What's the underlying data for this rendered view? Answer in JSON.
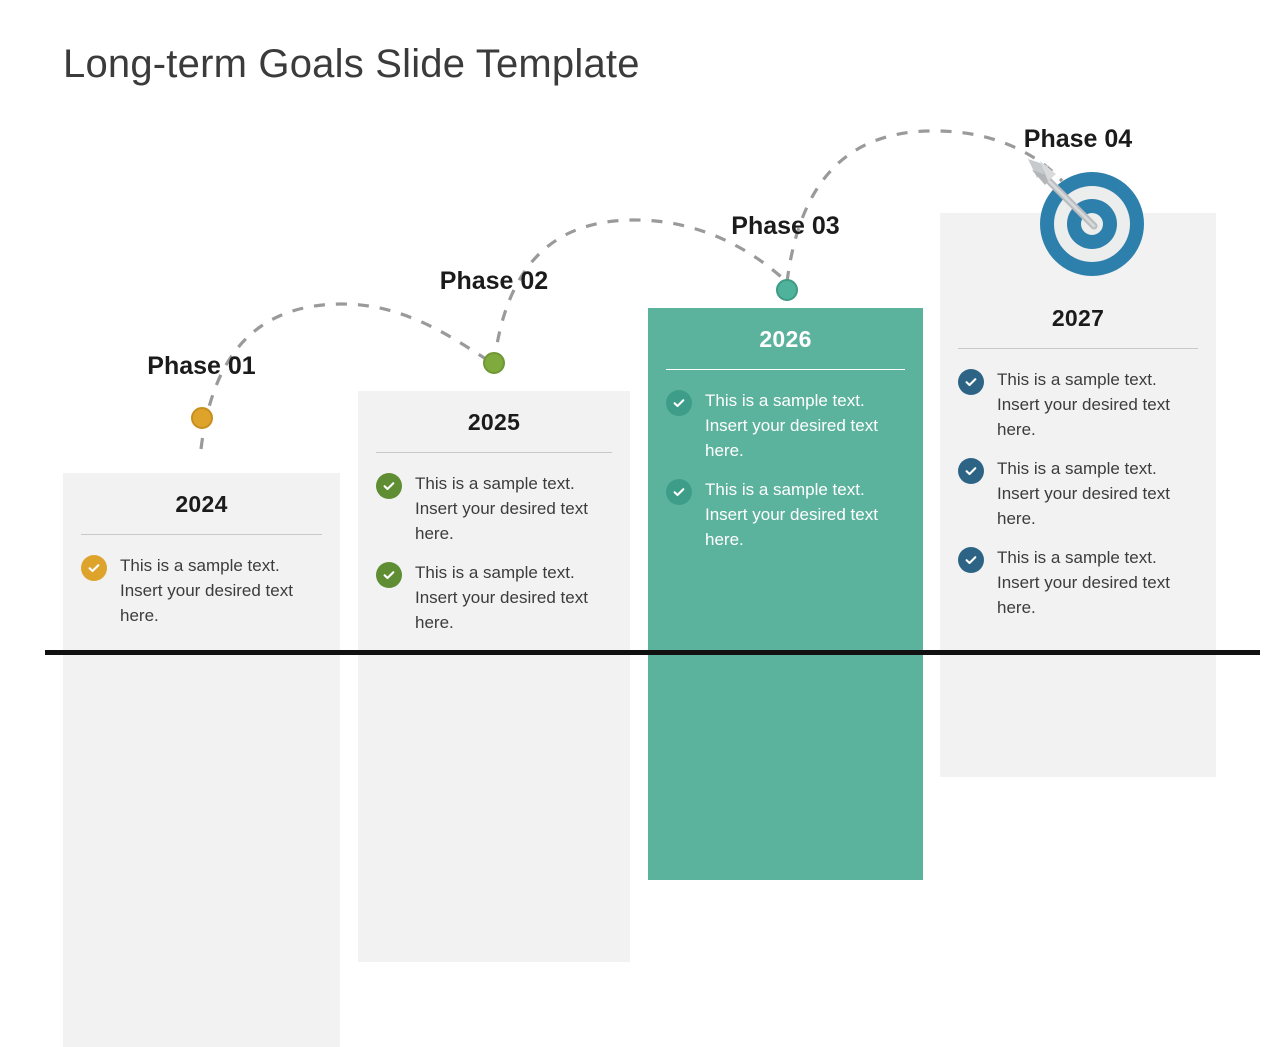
{
  "slide": {
    "title": "Long-term Goals Slide Template"
  },
  "colors": {
    "phase01": "#dda32a",
    "phase01_border": "#c78f1e",
    "phase02": "#7faa3e",
    "phase02_border": "#6f9733",
    "phase03": "#4fb39c",
    "phase03_border": "#3f9b85",
    "phase04": "#2d6485",
    "highlight_card": "#5cb39d",
    "card_bg": "#f2f2f2",
    "baseline": "#111111",
    "connector": "#9a9a9a",
    "title_text": "#3b3b3b"
  },
  "phases": [
    {
      "label": "Phase 01",
      "year": "2024",
      "accent": "#dda32a",
      "highlight": false,
      "bullets": [
        "This is a sample text. Insert your desired text here."
      ]
    },
    {
      "label": "Phase 02",
      "year": "2025",
      "accent": "#5f8d33",
      "highlight": false,
      "bullets": [
        "This is a sample text. Insert your desired text here.",
        "This is a sample text. Insert your desired text here."
      ]
    },
    {
      "label": "Phase 03",
      "year": "2026",
      "accent": "#3d9d88",
      "highlight": true,
      "bullets": [
        "This is a sample text. Insert your desired text here.",
        "This is a sample text. Insert your desired text here."
      ]
    },
    {
      "label": "Phase 04",
      "year": "2027",
      "accent": "#2d6485",
      "highlight": false,
      "bullets": [
        "This is a sample text. Insert your desired text here.",
        "This is a sample text. Insert your desired text here.",
        "This is a sample text. Insert your desired text here."
      ]
    }
  ],
  "icons": {
    "check": "check-icon",
    "target": "target-bullseye-icon",
    "arrow": "dart-arrow-icon"
  }
}
